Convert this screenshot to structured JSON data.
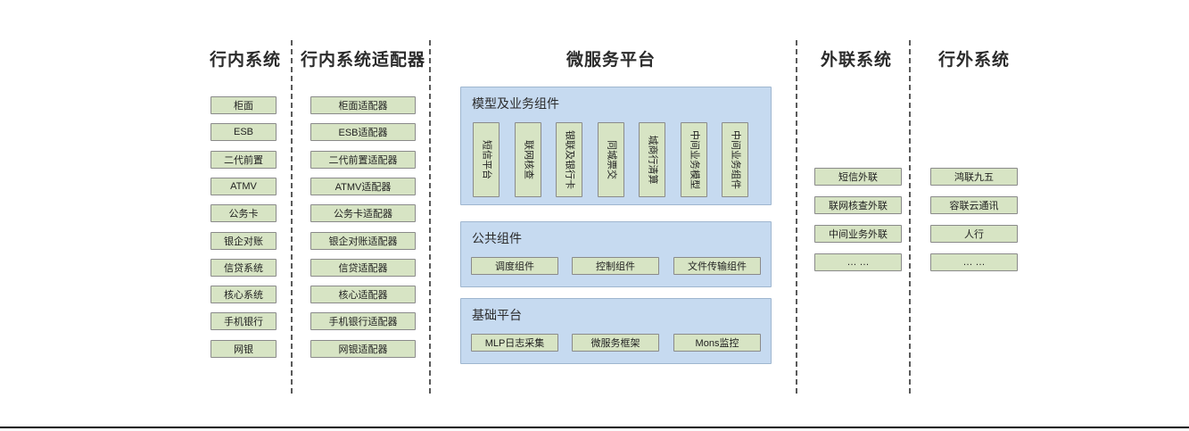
{
  "diagram": {
    "columns": [
      {
        "id": "in-bank-systems",
        "title": "行内系统",
        "nodes": [
          "柜面",
          "ESB",
          "二代前置",
          "ATMV",
          "公务卡",
          "银企对账",
          "信贷系统",
          "核心系统",
          "手机银行",
          "网银"
        ]
      },
      {
        "id": "in-bank-adapters",
        "title": "行内系统适配器",
        "nodes": [
          "柜面适配器",
          "ESB适配器",
          "二代前置适配器",
          "ATMV适配器",
          "公务卡适配器",
          "银企对账适配器",
          "信贷适配器",
          "核心适配器",
          "手机银行适配器",
          "网银适配器"
        ]
      },
      {
        "id": "microservice-platform",
        "title": "微服务平台",
        "panels": [
          {
            "id": "model-business-components",
            "title": "模型及业务组件",
            "orientation": "vertical",
            "nodes": [
              "短信平台",
              "联网核查",
              "银联及银行卡",
              "同城票交",
              "城商行清算",
              "中间业务模型",
              "中间业务组件"
            ]
          },
          {
            "id": "public-components",
            "title": "公共组件",
            "orientation": "horizontal",
            "nodes": [
              "调度组件",
              "控制组件",
              "文件传输组件"
            ]
          },
          {
            "id": "base-platform",
            "title": "基础平台",
            "orientation": "horizontal",
            "nodes": [
              "MLP日志采集",
              "微服务框架",
              "Mons监控"
            ]
          }
        ]
      },
      {
        "id": "external-link-systems",
        "title": "外联系统",
        "nodes": [
          "短信外联",
          "联网核查外联",
          "中间业务外联",
          "… …"
        ]
      },
      {
        "id": "outside-bank-systems",
        "title": "行外系统",
        "nodes": [
          "鸿联九五",
          "容联云通讯",
          "人行",
          "… …"
        ]
      }
    ],
    "colors": {
      "node_fill": "#d7e4c4",
      "node_border": "#8a8a8a",
      "panel_fill": "#c6daf0",
      "panel_border": "#9fb6cf",
      "divider": "#5a5a5a",
      "text": "#1f1f1f",
      "background": "#ffffff"
    }
  }
}
